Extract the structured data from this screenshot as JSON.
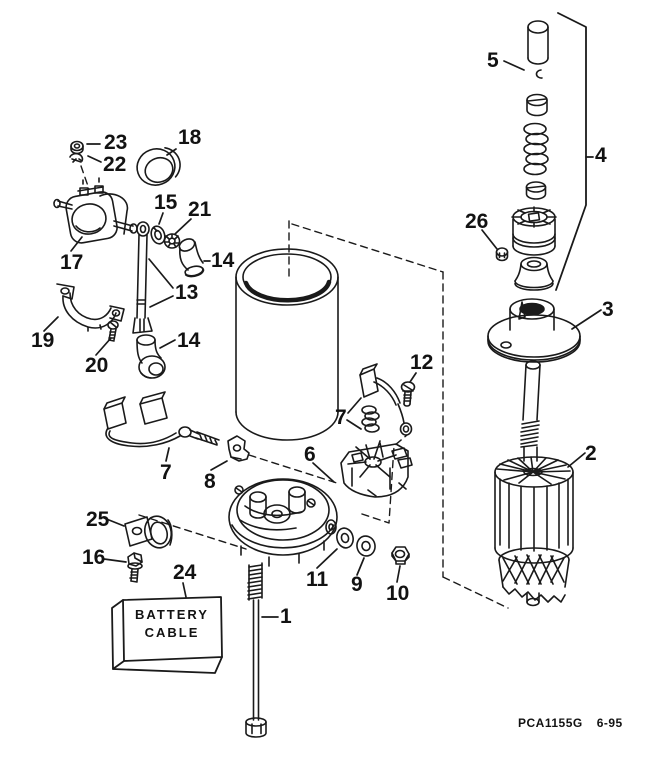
{
  "figure": {
    "footer_code": "PCA1155G",
    "footer_date": "6-95"
  },
  "battery_box": {
    "line1": "BATTERY",
    "line2": "CABLE"
  },
  "callouts": {
    "c1": "1",
    "c2": "2",
    "c3": "3",
    "c4": "4",
    "c5": "5",
    "c6": "6",
    "c7a": "7",
    "c7b": "7",
    "c8": "8",
    "c9": "9",
    "c10": "10",
    "c11": "11",
    "c12": "12",
    "c13": "13",
    "c14a": "14",
    "c14b": "14",
    "c15": "15",
    "c16": "16",
    "c17": "17",
    "c18": "18",
    "c19": "19",
    "c20": "20",
    "c21": "21",
    "c22": "22",
    "c23": "23",
    "c24": "24",
    "c25": "25",
    "c26": "26"
  }
}
